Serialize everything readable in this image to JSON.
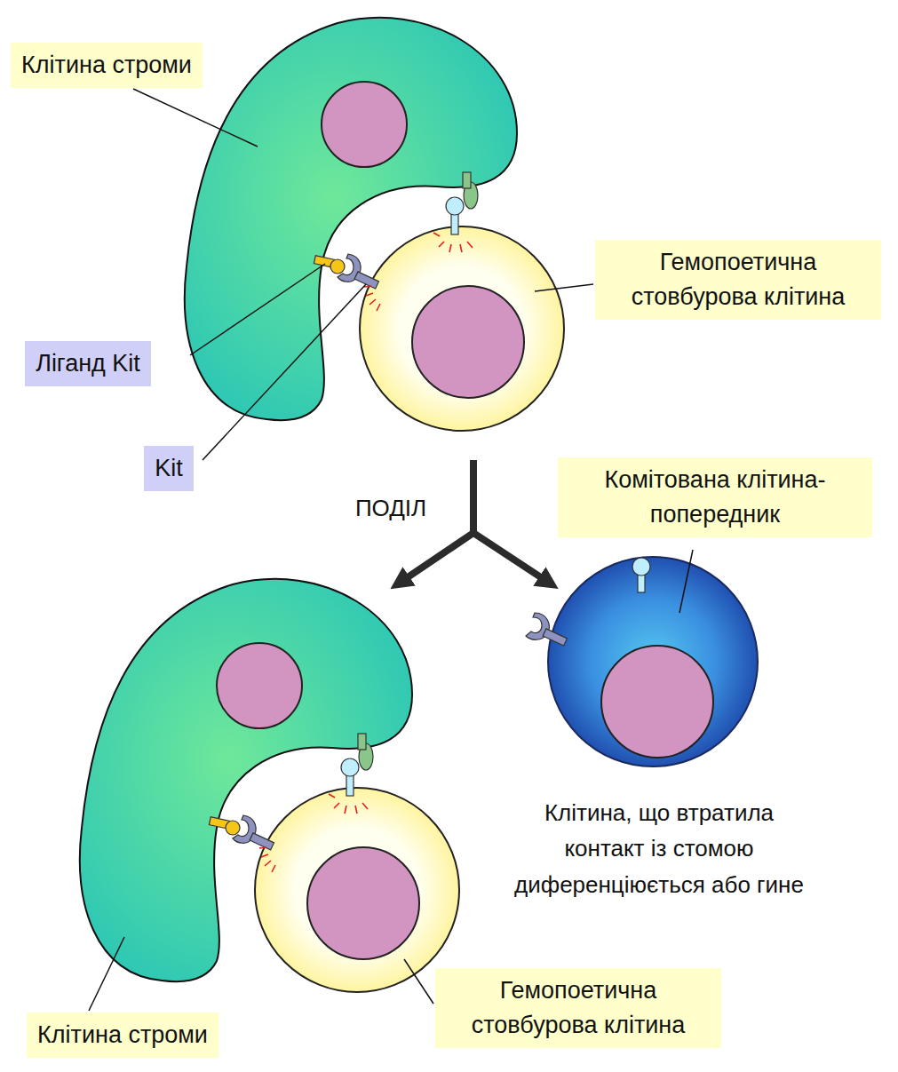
{
  "diagram": {
    "nodes": [
      {
        "text": [
          "Клітина строми"
        ]
      },
      {
        "text": [
          "Гемопоетична стовбурова клітина"
        ]
      },
      {
        "text": [
          "Ліганд Kit"
        ]
      },
      {
        "text": [
          "Kit"
        ]
      },
      {
        "text": [
          "Комітована клітина-попередник"
        ]
      },
      {
        "text": [
          "Клітина строми"
        ]
      },
      {
        "text": [
          "Гемопоетична стовбурова клітина"
        ]
      }
    ],
    "labels": [
      "ПОДІЛ",
      "Клітина, що втратила контакт із стомою диференціюється або гине"
    ]
  }
}
